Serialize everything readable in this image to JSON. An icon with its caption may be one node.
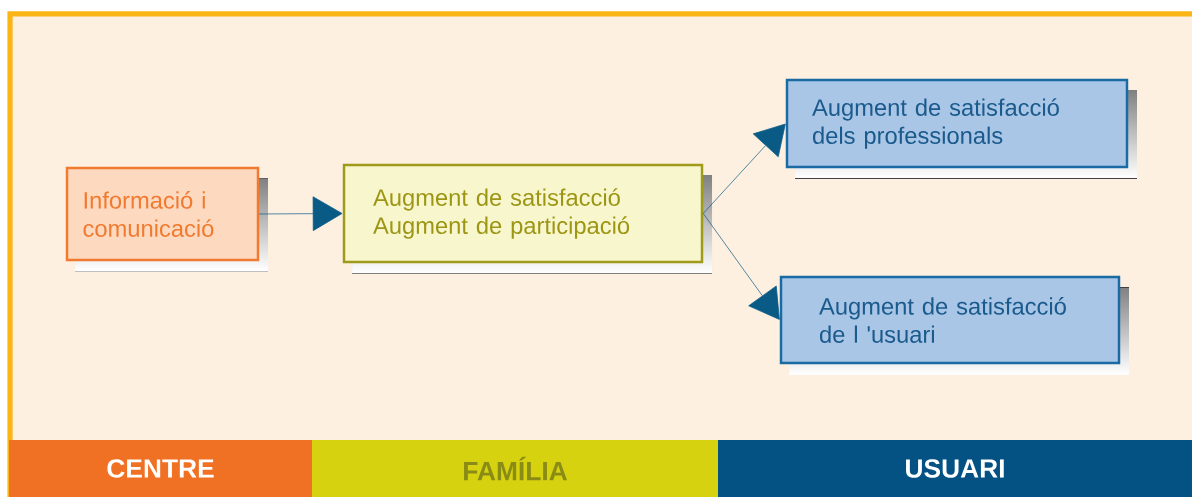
{
  "diagram": {
    "nodes": [
      {
        "text": [
          "Informació i comunicació"
        ]
      },
      {
        "text": [
          "Augment de satisfacció Augment de participació"
        ]
      },
      {
        "text": [
          "Augment de satisfacció dels professionals"
        ]
      },
      {
        "text": [
          "Augment de satisfacció de l 'usuari"
        ]
      },
      {
        "text": [
          "CENTRE"
        ]
      },
      {
        "text": [
          "FAMÍLIA"
        ]
      },
      {
        "text": [
          "USUARI"
        ]
      }
    ],
    "edges": [
      {
        "from": 0,
        "to": 1,
        "arrow": "to"
      },
      {
        "from": 1,
        "to": 2,
        "arrow": "to"
      },
      {
        "from": 1,
        "to": 3,
        "arrow": "to"
      }
    ]
  }
}
